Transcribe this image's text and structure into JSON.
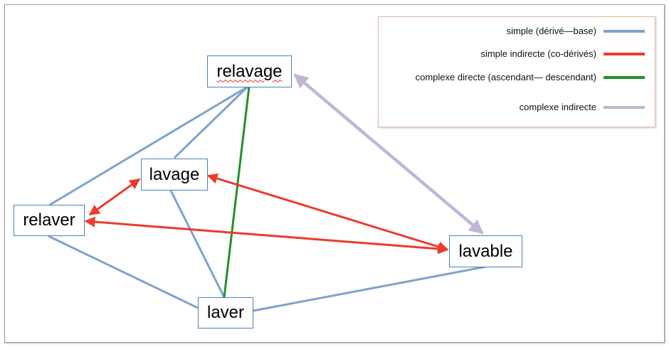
{
  "nodes": {
    "relavage": "relavage",
    "lavage": "lavage",
    "relaver": "relaver",
    "lavable": "lavable",
    "laver": "laver"
  },
  "legend": {
    "simple": {
      "label": "simple (dérivé—base)",
      "color": "#7ea3cc"
    },
    "simple_indirecte": {
      "label": "simple indirecte (co-dérivés)",
      "color": "#ee3a2c"
    },
    "complexe_directe": {
      "label": "complexe directe (ascendant— descendant)",
      "color": "#23902a"
    },
    "complexe_indirecte": {
      "label": "complexe indirecte",
      "color": "#c0b6d6"
    }
  }
}
